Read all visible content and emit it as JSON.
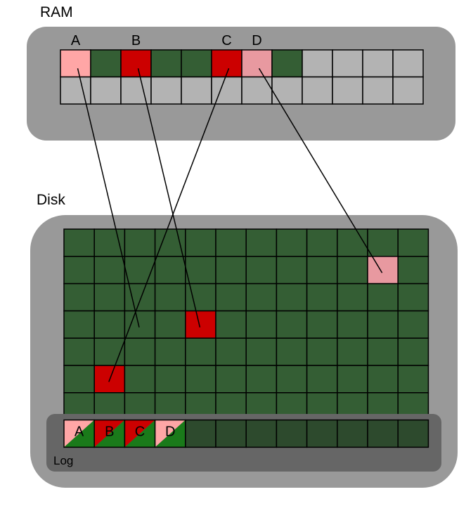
{
  "ram": {
    "title": "RAM",
    "top_row": [
      {
        "label": "A",
        "color": "#ffa6a6"
      },
      {
        "label": "",
        "color": "#345e34"
      },
      {
        "label": "B",
        "color": "#cc0000"
      },
      {
        "label": "",
        "color": "#345e34"
      },
      {
        "label": "",
        "color": "#345e34"
      },
      {
        "label": "C",
        "color": "#cc0000"
      },
      {
        "label": "D",
        "color": "#e899a0"
      },
      {
        "label": "",
        "color": "#345e34"
      },
      {
        "label": "",
        "color": "#b3b3b3"
      },
      {
        "label": "",
        "color": "#b3b3b3"
      },
      {
        "label": "",
        "color": "#b3b3b3"
      },
      {
        "label": "",
        "color": "#b3b3b3"
      }
    ],
    "bottom_row_color": "#b3b3b3"
  },
  "disk": {
    "title": "Disk",
    "columns": 12,
    "rows": 7,
    "base_color": "#345e34",
    "highlighted_cells": [
      {
        "row": 1,
        "col": 10,
        "color": "#e899a0"
      },
      {
        "row": 3,
        "col": 4,
        "color": "#cc0000"
      },
      {
        "row": 5,
        "col": 1,
        "color": "#cc0000"
      }
    ]
  },
  "log": {
    "title": "Log",
    "entries": [
      {
        "label": "A",
        "top_color": "#ffa6a6",
        "bottom_color": "#1a7a1a"
      },
      {
        "label": "B",
        "top_color": "#cc0000",
        "bottom_color": "#1a7a1a"
      },
      {
        "label": "C",
        "top_color": "#cc0000",
        "bottom_color": "#1a7a1a"
      },
      {
        "label": "D",
        "top_color": "#ffa6a6",
        "bottom_color": "#1a7a1a"
      }
    ],
    "empty_color": "#2d4a2d"
  },
  "mappings": [
    {
      "page": "A",
      "ram_col": 0,
      "disk_row": 3,
      "disk_col": 2
    },
    {
      "page": "B",
      "ram_col": 2,
      "disk_row": 3,
      "disk_col": 4
    },
    {
      "page": "C",
      "ram_col": 5,
      "disk_row": 5,
      "disk_col": 1
    },
    {
      "page": "D",
      "ram_col": 6,
      "disk_row": 1,
      "disk_col": 10
    }
  ],
  "colors": {
    "container": "#999999",
    "log_panel": "#666666",
    "grid_line": "#000000",
    "mapping_line": "#000000"
  }
}
